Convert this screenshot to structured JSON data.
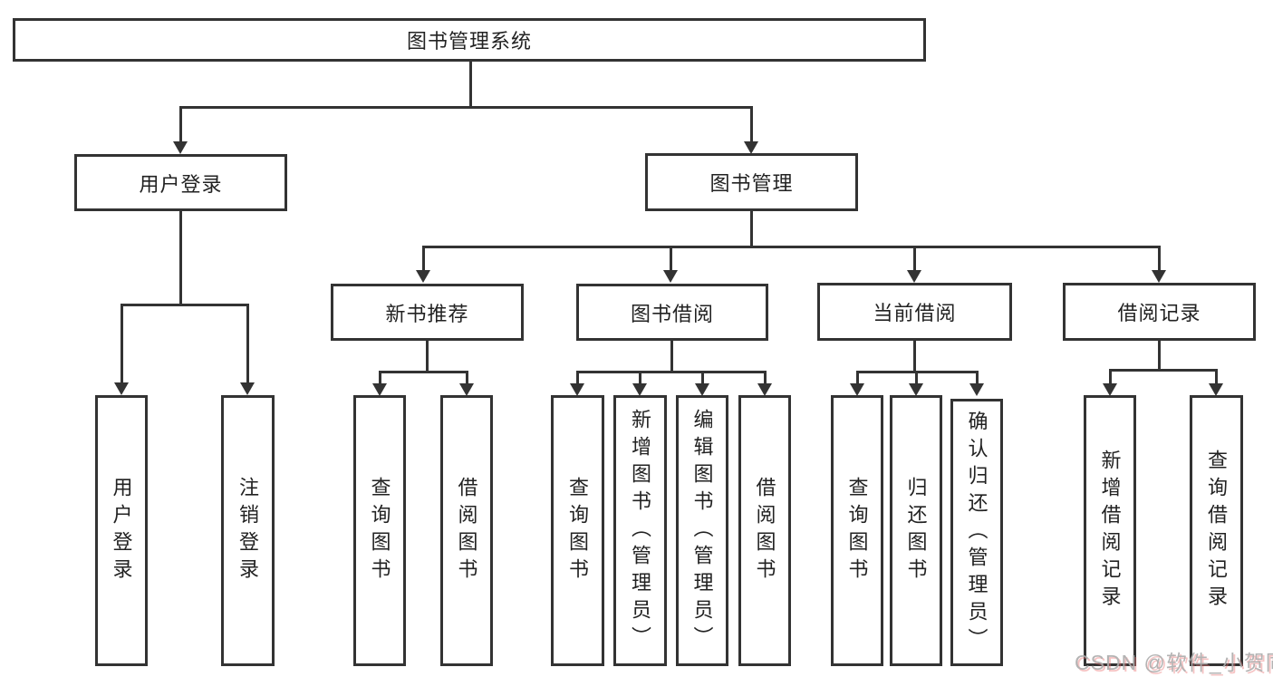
{
  "palette": {
    "line": "#333333",
    "box_border": "#333333",
    "box_background": "#ffffff",
    "text": "#222222",
    "watermark_gray": "#ababab",
    "watermark_red": "#e96d6d"
  },
  "root": {
    "label": "图书管理系统"
  },
  "nodes": {
    "user_login": {
      "label": "用户登录",
      "children": {
        "login": {
          "label": "用户登录"
        },
        "logout": {
          "label": "注销登录"
        }
      }
    },
    "book_mgmt": {
      "label": "图书管理",
      "children": {
        "new_book": {
          "label": "新书推荐",
          "children": {
            "query": {
              "label": "查询图书"
            },
            "borrow": {
              "label": "借阅图书"
            }
          }
        },
        "borrowing": {
          "label": "图书借阅",
          "children": {
            "query": {
              "label": "查询图书"
            },
            "add": {
              "label": "新增图书（管理员）"
            },
            "edit": {
              "label": "编辑图书（管理员）"
            },
            "borrow": {
              "label": "借阅图书"
            }
          }
        },
        "current": {
          "label": "当前借阅",
          "children": {
            "query": {
              "label": "查询图书"
            },
            "return": {
              "label": "归还图书"
            },
            "confirm": {
              "label": "确认归还（管理员）"
            }
          }
        },
        "records": {
          "label": "借阅记录",
          "children": {
            "add": {
              "label": "新增借阅记录"
            },
            "query": {
              "label": "查询借阅记录"
            }
          }
        }
      }
    }
  },
  "watermark": {
    "text": "CSDN @软件_小贺同学"
  }
}
